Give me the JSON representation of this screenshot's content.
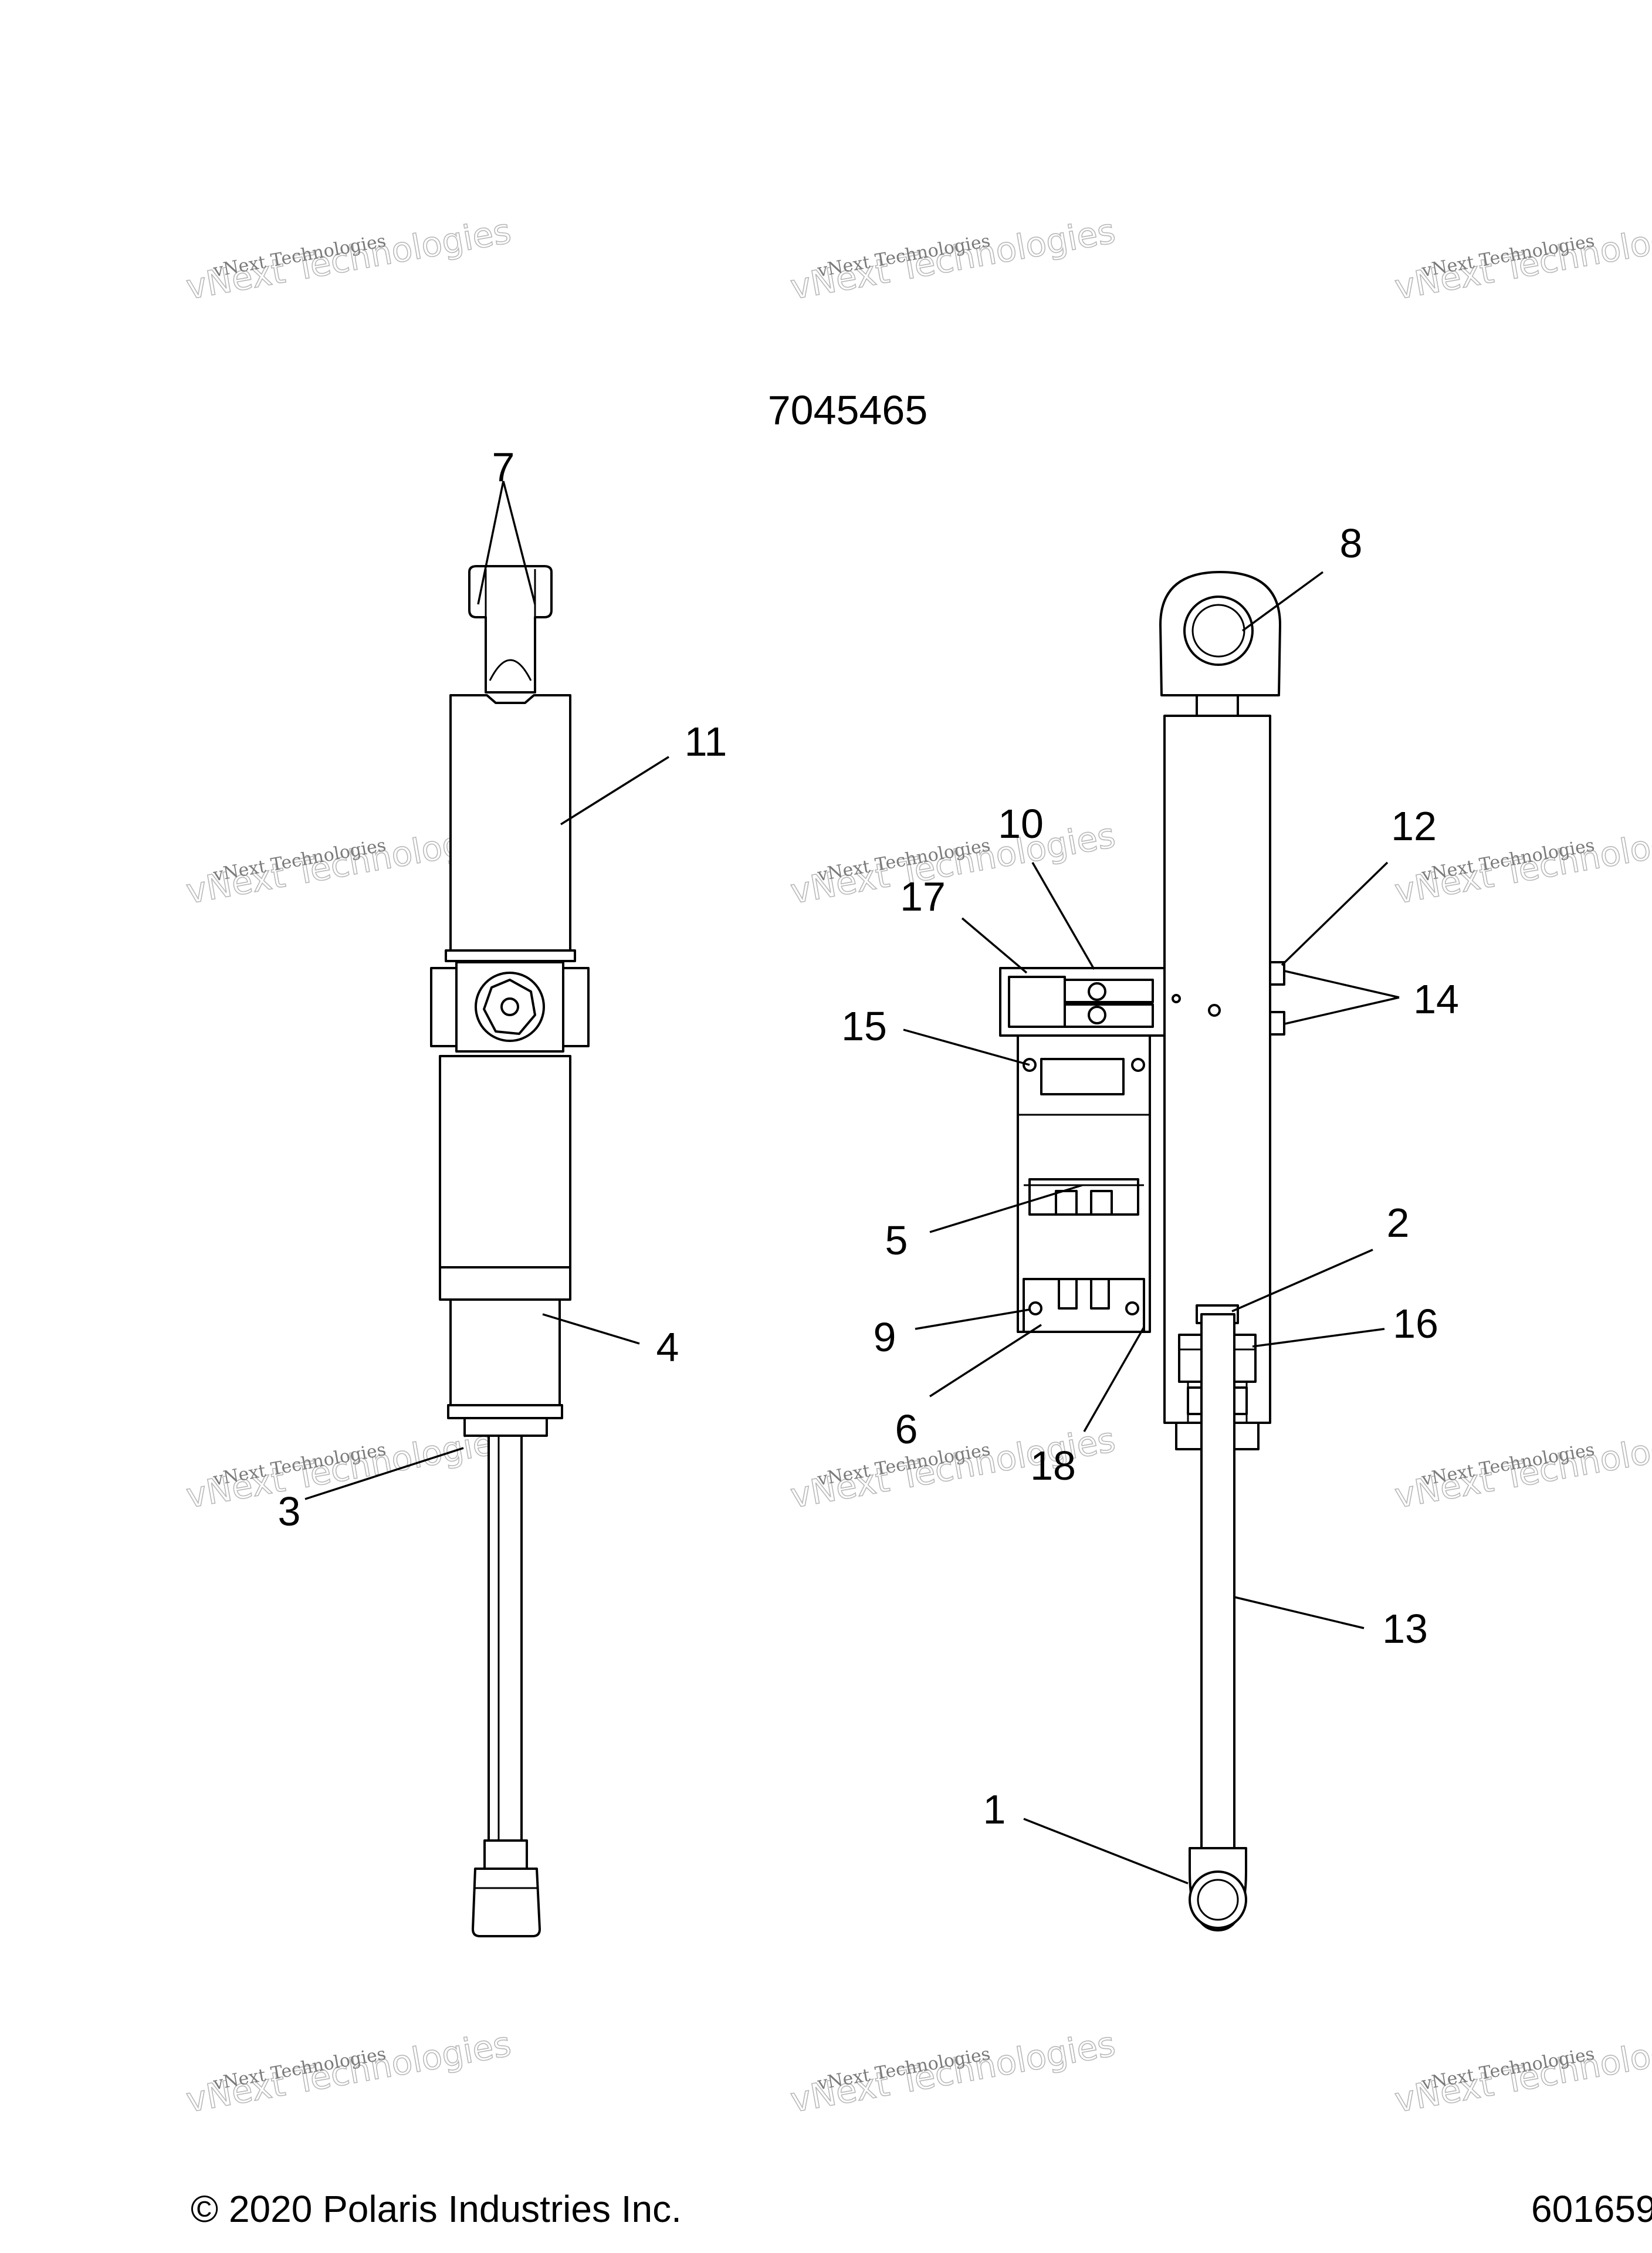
{
  "diagram": {
    "part_number": "7045465",
    "copyright": "© 2020 Polaris Industries Inc.",
    "reference_code": "601659",
    "watermark_line1": "vNext Technologies",
    "watermark_line2": "vNext Technologies",
    "callouts": {
      "c1": "1",
      "c2": "2",
      "c3": "3",
      "c4": "4",
      "c5": "5",
      "c6": "6",
      "c7": "7",
      "c8": "8",
      "c9": "9",
      "c10": "10",
      "c11": "11",
      "c12": "12",
      "c13": "13",
      "c14": "14",
      "c15": "15",
      "c16": "16",
      "c17": "17",
      "c18": "18"
    }
  }
}
